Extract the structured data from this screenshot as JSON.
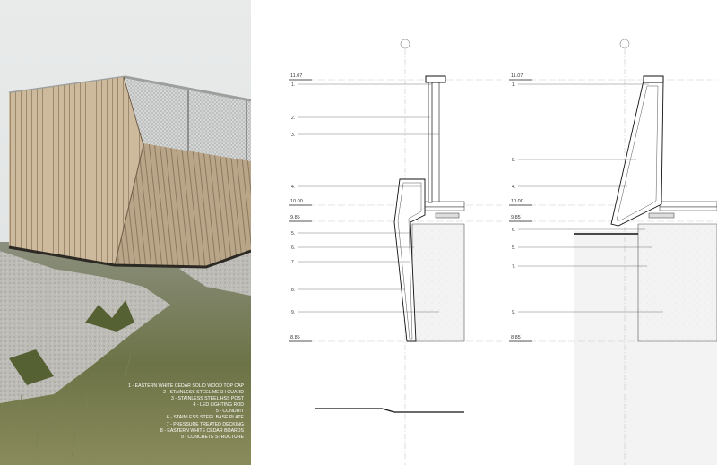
{
  "legend": [
    "1 - EASTERN WHITE CEDAR SOLID WOOD TOP CAP",
    "2 - STAINLESS STEEL MESH GUARD",
    "3 - STAINLESS STEEL HSS POST",
    "4 - LED LIGHTING ROD",
    "5 - CONDUIT",
    "6 - STAINLESS STEEL BASE PLATE",
    "7 - PRESSURE TREATED DECKING",
    "8 - EASTERN WHITE CEDAR BOARDS",
    "9 - CONCRETE STRUCTURE"
  ],
  "section_left": {
    "levels": {
      "top": "11.07",
      "deck": "10.00",
      "slab": "9.85",
      "bottom": "8.85"
    },
    "callouts": [
      "1.",
      "2.",
      "3.",
      "4.",
      "5.",
      "6.",
      "7.",
      "8.",
      "9."
    ]
  },
  "section_right": {
    "levels": {
      "top": "11.07",
      "deck": "10.00",
      "slab": "9.85",
      "bottom": "8.85"
    },
    "callouts": [
      "1.",
      "8.",
      "4.",
      "6.",
      "5.",
      "7.",
      "9."
    ]
  },
  "colors": {
    "sky": "#e6e8e8",
    "wood": "#c9b597",
    "grass": "#5e6a3c",
    "gravel": "#b9b8b3"
  }
}
